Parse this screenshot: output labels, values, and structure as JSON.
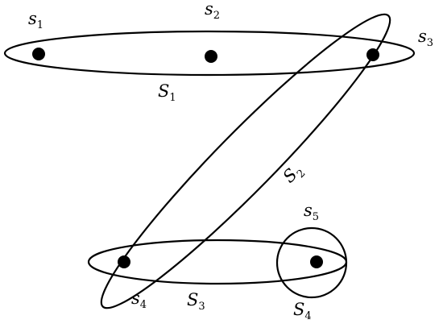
{
  "points": [
    {
      "letter": "s",
      "index": "1"
    },
    {
      "letter": "s",
      "index": "2"
    },
    {
      "letter": "s",
      "index": "3"
    },
    {
      "letter": "s",
      "index": "4"
    },
    {
      "letter": "s",
      "index": "5"
    }
  ],
  "sets": [
    {
      "letter": "S",
      "index": "1"
    },
    {
      "letter": "S",
      "index": "2"
    },
    {
      "letter": "S",
      "index": "3"
    },
    {
      "letter": "S",
      "index": "4"
    }
  ]
}
